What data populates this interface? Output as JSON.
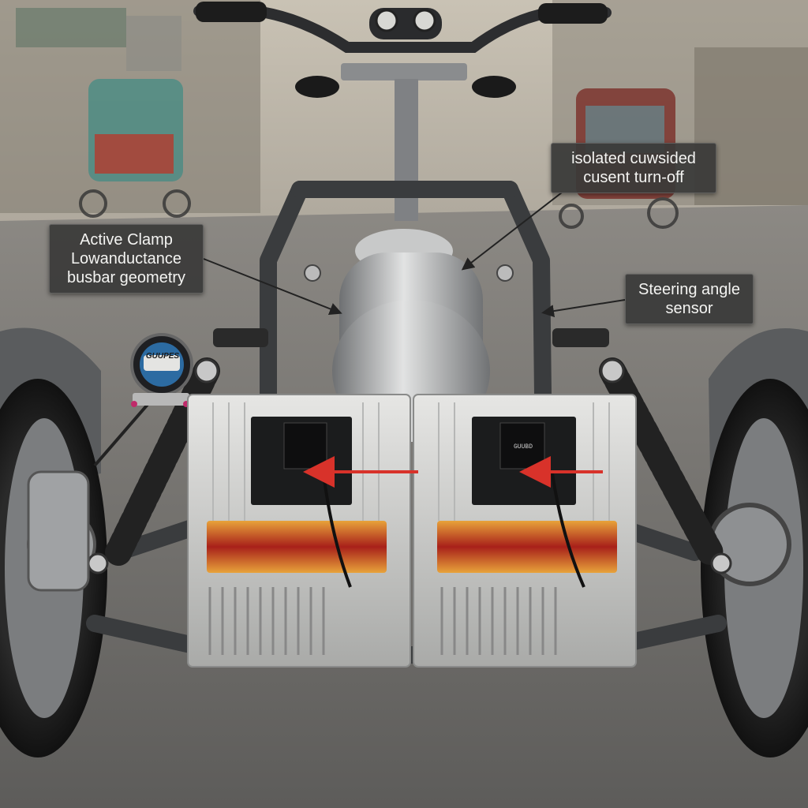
{
  "callouts": {
    "active_clamp": {
      "lines": [
        "Active Clamp",
        "Lowanductance",
        "busbar geometry"
      ]
    },
    "isolated_current": {
      "lines": [
        "isolated cuwsided",
        "cusent turn-off"
      ]
    },
    "steering_sensor": {
      "lines": [
        "Steering angle",
        "sensor"
      ]
    }
  },
  "gauge": {
    "label": "GUUPES"
  },
  "modules": {
    "right_chip_label": "GUUBD"
  },
  "colors": {
    "callout_bg": "#3a3a38",
    "callout_text": "#f4f4f2",
    "arrow_red": "#d8322a",
    "frame": "#3a3c3e",
    "heatsink": "#d6d6d4",
    "coil": "#c07a20"
  }
}
